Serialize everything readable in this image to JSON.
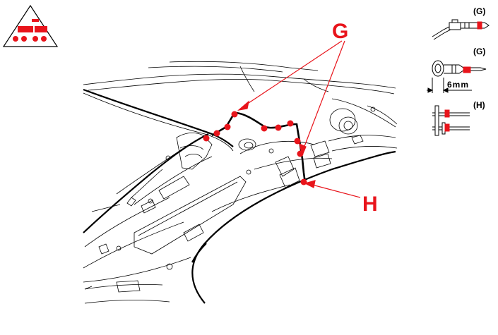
{
  "callouts": {
    "g_label": "G",
    "h_label": "H"
  },
  "legend": [
    {
      "tag": "(G)",
      "icon": "wire-clip-icon"
    },
    {
      "tag": "(G)",
      "icon": "push-clip-icon",
      "dimension": "6mm"
    },
    {
      "tag": "(H)",
      "icon": "tape-wrap-icon"
    }
  ],
  "icons": {
    "warning": "triangle-clip-warning-icon"
  },
  "colors": {
    "accent": "#e8141b",
    "line": "#000000",
    "body": "#ffffff"
  }
}
